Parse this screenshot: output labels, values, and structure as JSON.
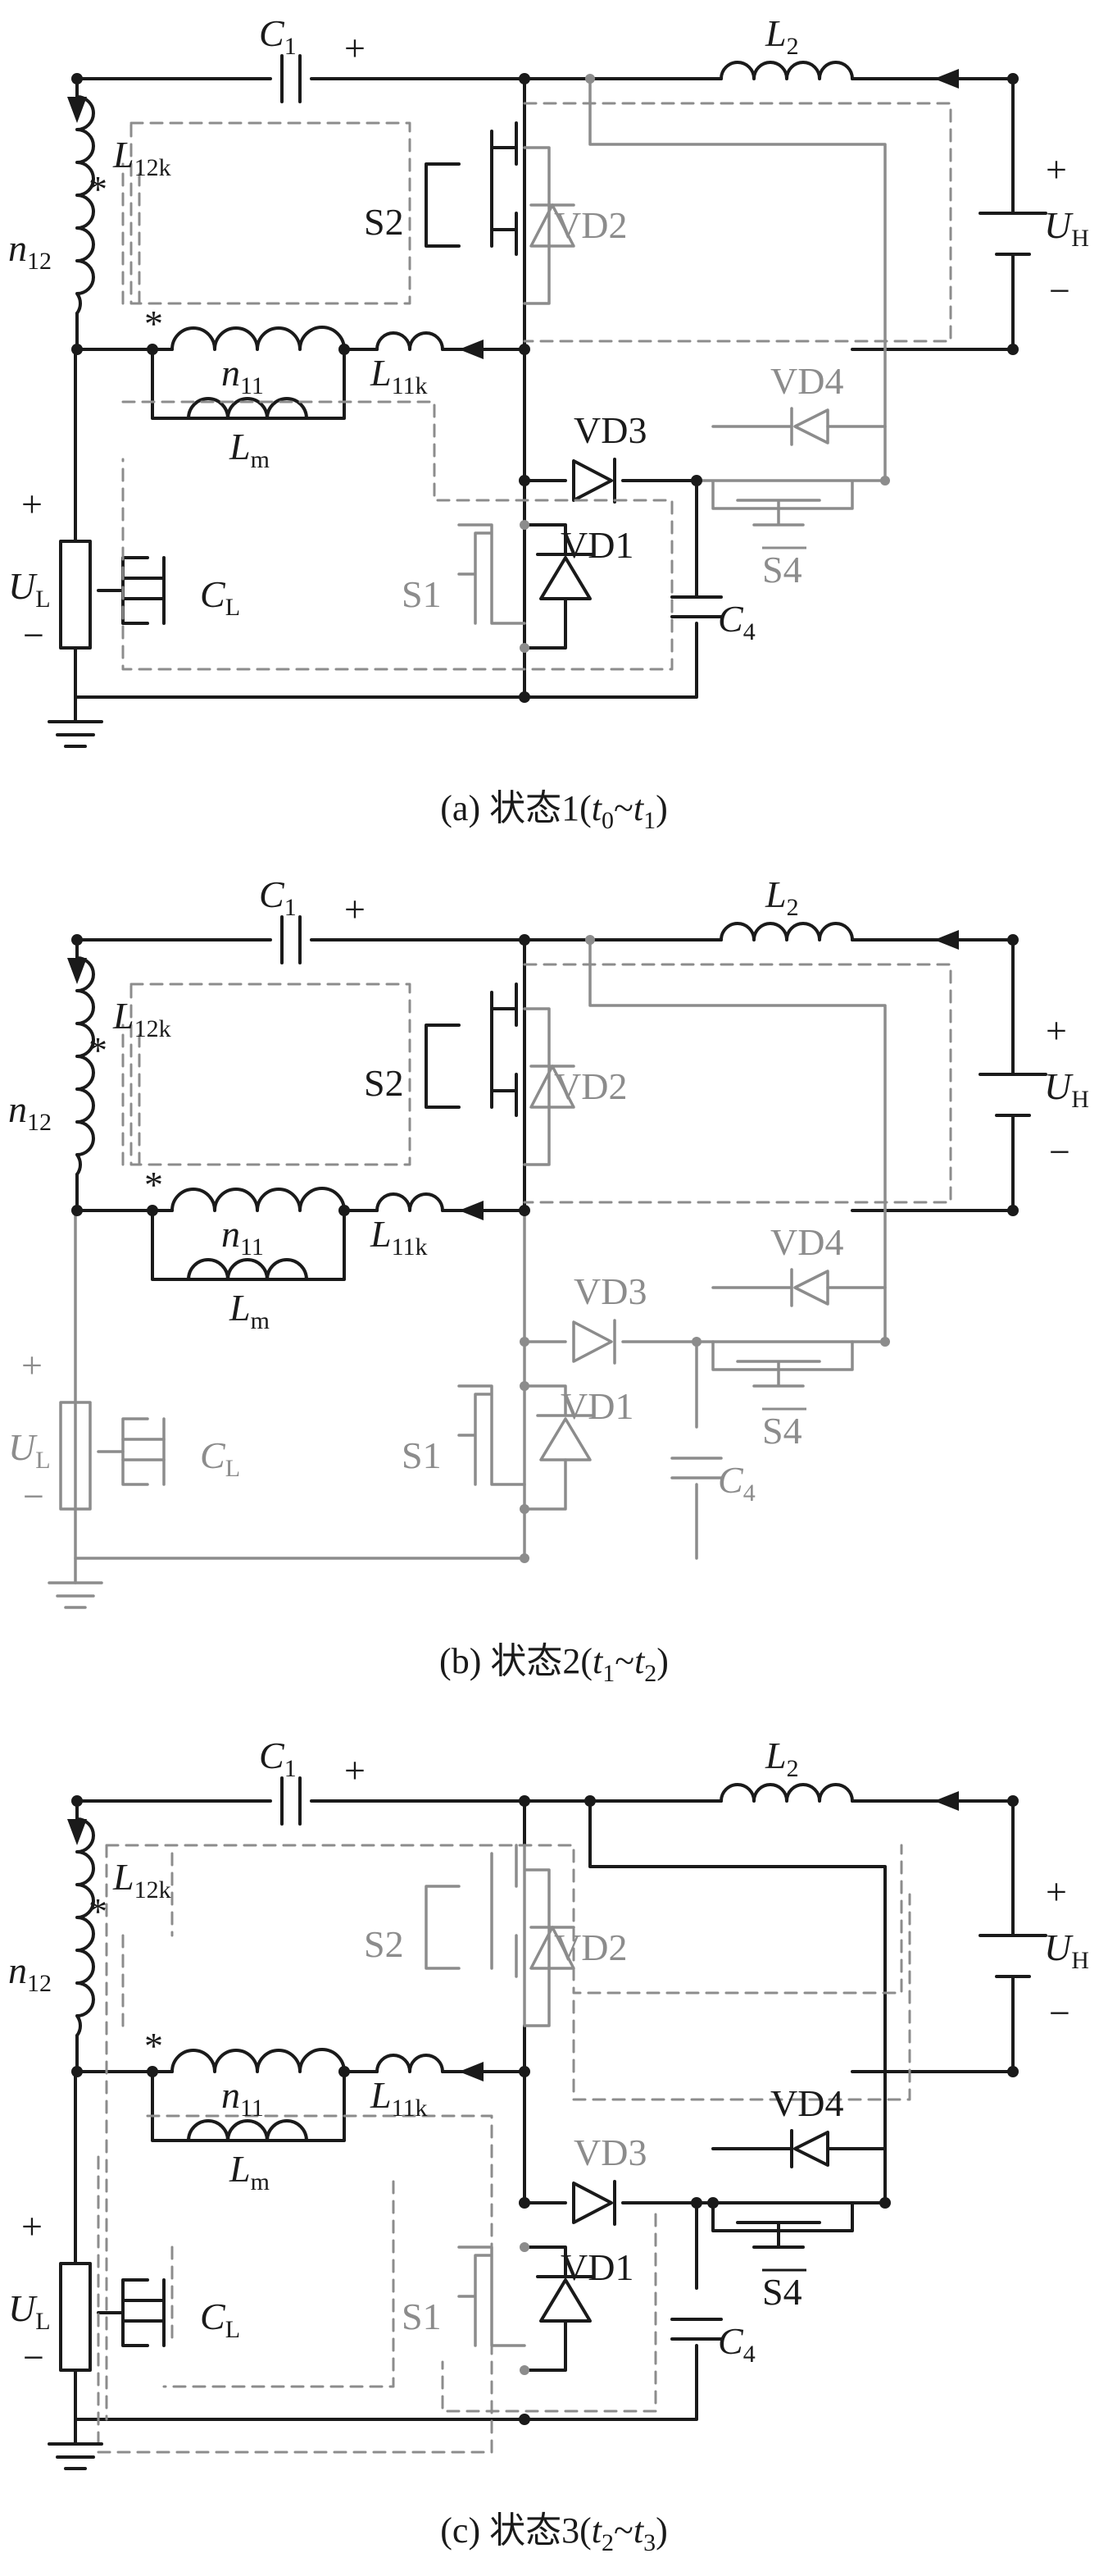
{
  "colors": {
    "black": "#1a1a1a",
    "gray": "#8c8c8c"
  },
  "panels": [
    {
      "id": "a",
      "caption": {
        "prefix": "(a)  状态1(",
        "t_start": "t",
        "s_start": "0",
        "sep": "~",
        "t_end": "t",
        "s_end": "1",
        "suffix": ")"
      },
      "labels": {
        "C1": "C",
        "C1_sub": "1",
        "C1_plus": "+",
        "L2": "L",
        "L2_sub": "2",
        "L12k": "L",
        "L12k_sub": "12k",
        "n12": "n",
        "n12_sub": "12",
        "S2": "S2",
        "VD2": "VD2",
        "UH_plus": "+",
        "UH": "U",
        "UH_sub": "H",
        "UH_minus": "−",
        "n11": "n",
        "n11_sub": "11",
        "L11k": "L",
        "L11k_sub": "11k",
        "Lm": "L",
        "Lm_sub": "m",
        "VD3": "VD3",
        "VD4": "VD4",
        "VD1": "VD1",
        "UL_plus": "+",
        "UL": "U",
        "UL_sub": "L",
        "UL_minus": "−",
        "CL": "C",
        "CL_sub": "L",
        "S1": "S1",
        "S4": "S4",
        "C4": "C",
        "C4_sub": "4",
        "star1": "*",
        "star2": "*"
      }
    },
    {
      "id": "b",
      "caption": {
        "prefix": "(b)  状态2(",
        "t_start": "t",
        "s_start": "1",
        "sep": "~",
        "t_end": "t",
        "s_end": "2",
        "suffix": ")"
      },
      "labels": {
        "C1": "C",
        "C1_sub": "1",
        "C1_plus": "+",
        "L2": "L",
        "L2_sub": "2",
        "L12k": "L",
        "L12k_sub": "12k",
        "n12": "n",
        "n12_sub": "12",
        "S2": "S2",
        "VD2": "VD2",
        "UH_plus": "+",
        "UH": "U",
        "UH_sub": "H",
        "UH_minus": "−",
        "n11": "n",
        "n11_sub": "11",
        "L11k": "L",
        "L11k_sub": "11k",
        "Lm": "L",
        "Lm_sub": "m",
        "VD3": "VD3",
        "VD4": "VD4",
        "VD1": "VD1",
        "UL_plus": "+",
        "UL": "U",
        "UL_sub": "L",
        "UL_minus": "−",
        "CL": "C",
        "CL_sub": "L",
        "S1": "S1",
        "S4": "S4",
        "C4": "C",
        "C4_sub": "4",
        "star1": "*",
        "star2": "*"
      }
    },
    {
      "id": "c",
      "caption": {
        "prefix": "(c)  状态3(",
        "t_start": "t",
        "s_start": "2",
        "sep": "~",
        "t_end": "t",
        "s_end": "3",
        "suffix": ")"
      },
      "labels": {
        "C1": "C",
        "C1_sub": "1",
        "C1_plus": "+",
        "L2": "L",
        "L2_sub": "2",
        "L12k": "L",
        "L12k_sub": "12k",
        "n12": "n",
        "n12_sub": "12",
        "S2": "S2",
        "VD2": "VD2",
        "UH_plus": "+",
        "UH": "U",
        "UH_sub": "H",
        "UH_minus": "−",
        "n11": "n",
        "n11_sub": "11",
        "L11k": "L",
        "L11k_sub": "11k",
        "Lm": "L",
        "Lm_sub": "m",
        "VD3": "VD3",
        "VD4": "VD4",
        "VD1": "VD1",
        "UL_plus": "+",
        "UL": "U",
        "UL_sub": "L",
        "UL_minus": "−",
        "CL": "C",
        "CL_sub": "L",
        "S1": "S1",
        "S4": "S4",
        "C4": "C",
        "C4_sub": "4",
        "star1": "*",
        "star2": "*"
      }
    }
  ]
}
